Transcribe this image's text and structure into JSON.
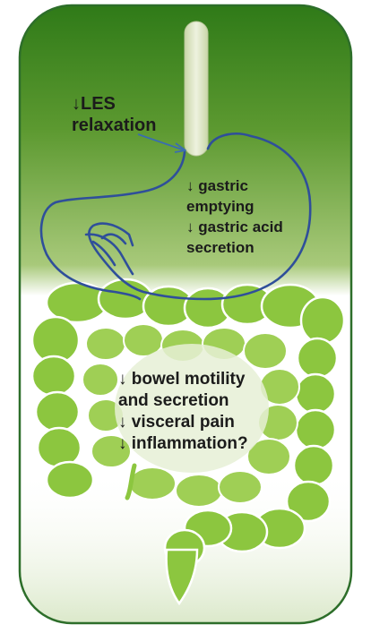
{
  "figure": {
    "colors": {
      "panel_top": "#2f7a18",
      "panel_mid": "#8fb85a",
      "panel_border": "#2d6e2a",
      "stomach_outline": "#2f4f9a",
      "intestine_fill": "#8cc63f",
      "intestine_shade": "#6fa82c",
      "esophagus_fill": "#dfe8c8",
      "text": "#1b1b1b"
    },
    "organs": [
      "esophagus",
      "stomach",
      "small-intestine",
      "large-intestine"
    ],
    "labels": {
      "les": {
        "arrow": "↓",
        "line1": "LES",
        "line2": "relaxation"
      },
      "stomach": {
        "line1_arrow": "↓",
        "line1": "gastric",
        "line2": "emptying",
        "line3_arrow": "↓",
        "line3": "gastric acid",
        "line4": "secretion"
      },
      "bowel": {
        "line1_arrow": "↓",
        "line1": "bowel motility",
        "line2": "and secretion",
        "line3_arrow": "↓",
        "line3": "visceral pain",
        "line4_arrow": "↓",
        "line4": "inflammation?"
      }
    }
  }
}
